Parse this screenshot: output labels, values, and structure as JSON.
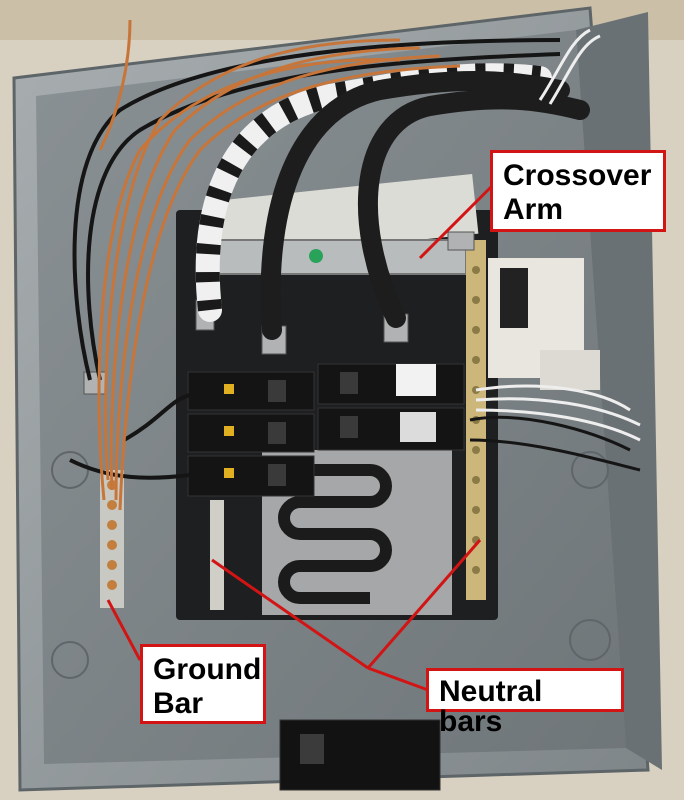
{
  "labels": {
    "crossover": {
      "line1": "Crossover",
      "line2": "Arm"
    },
    "ground": {
      "line1": "Ground",
      "line2": "Bar"
    },
    "neutral": {
      "line1": "Neutral bars"
    }
  },
  "colors": {
    "callout_border": "#d21414",
    "callout_fill": "#ffffff",
    "panel_gray": "#8f9699",
    "copper": "#c8753a"
  },
  "icons": [
    "breaker-icon",
    "wire-icon",
    "lug-icon"
  ]
}
